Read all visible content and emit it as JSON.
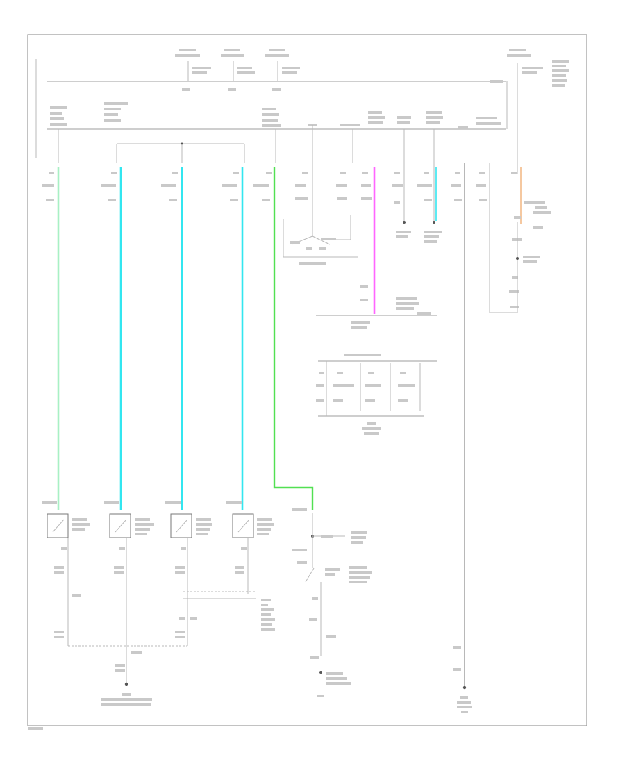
{
  "diagram": {
    "colors": {
      "green_light": "#a8f0c4",
      "cyan": "#33e6f0",
      "green_bright": "#52e052",
      "magenta": "#ff66ff",
      "orange_light": "#f5c8a0",
      "red": "#e0506a",
      "gray_wire": "#b8b8b8",
      "dark_wire": "#888888"
    },
    "wires": [
      {
        "name": "wire-green-1",
        "color": "green_light"
      },
      {
        "name": "wire-cyan-1",
        "color": "cyan"
      },
      {
        "name": "wire-cyan-2",
        "color": "cyan"
      },
      {
        "name": "wire-cyan-3",
        "color": "cyan"
      },
      {
        "name": "wire-green-2",
        "color": "green_bright"
      },
      {
        "name": "wire-magenta",
        "color": "magenta"
      },
      {
        "name": "wire-cyan-short",
        "color": "cyan"
      },
      {
        "name": "wire-orange",
        "color": "orange_light"
      }
    ]
  }
}
